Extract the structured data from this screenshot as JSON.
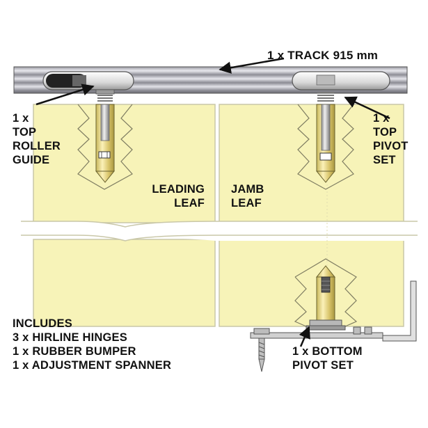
{
  "labels": {
    "track": "1 x TRACK 915 mm",
    "top_roller_guide": [
      "1 x",
      "TOP",
      "ROLLER",
      "GUIDE"
    ],
    "top_pivot_set": [
      "1 x",
      "TOP",
      "PIVOT",
      "SET"
    ],
    "leading_leaf": [
      "LEADING",
      "LEAF"
    ],
    "jamb_leaf": [
      "JAMB",
      "LEAF"
    ],
    "bottom_pivot_set": [
      "1 x BOTTOM",
      "PIVOT SET"
    ],
    "includes": [
      "INCLUDES",
      "3 x HIRLINE HINGES",
      "1 x RUBBER BUMPER",
      "1 x ADJUSTMENT SPANNER"
    ]
  },
  "colors": {
    "door_panel": "#f7f3b8",
    "door_outline": "#c9c7a8",
    "track_dark": "#8c8c94",
    "track_light": "#e4e4ea",
    "metal": "#c0c0c0",
    "brass": "#e6d27a",
    "ink": "#111111"
  }
}
